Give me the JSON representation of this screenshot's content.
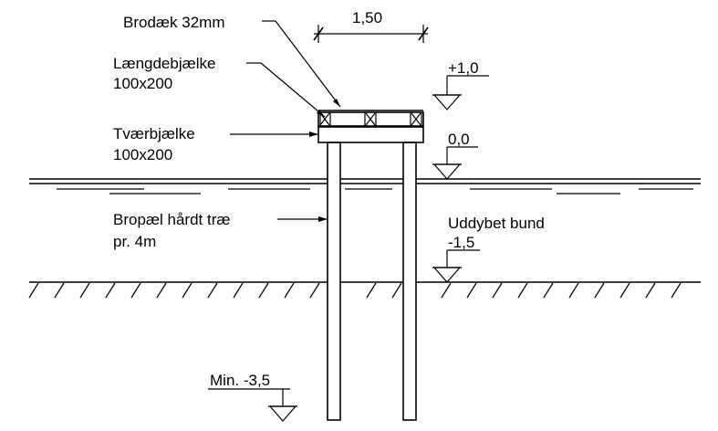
{
  "labels": {
    "deck": "Brodæk 32mm",
    "stringer_name": "Længdebjælke",
    "stringer_size": "100x200",
    "crossbeam_name": "Tværbjælke",
    "crossbeam_size": "100x200",
    "pile_name": "Bropæl hårdt træ",
    "pile_spacing": "pr. 4m",
    "dredged_bottom": "Uddybet bund"
  },
  "dimensions": {
    "span": "1,50"
  },
  "levels": {
    "top": "+1,0",
    "water": "0,0",
    "bottom": "-1,5",
    "min_depth": "Min. -3,5"
  }
}
